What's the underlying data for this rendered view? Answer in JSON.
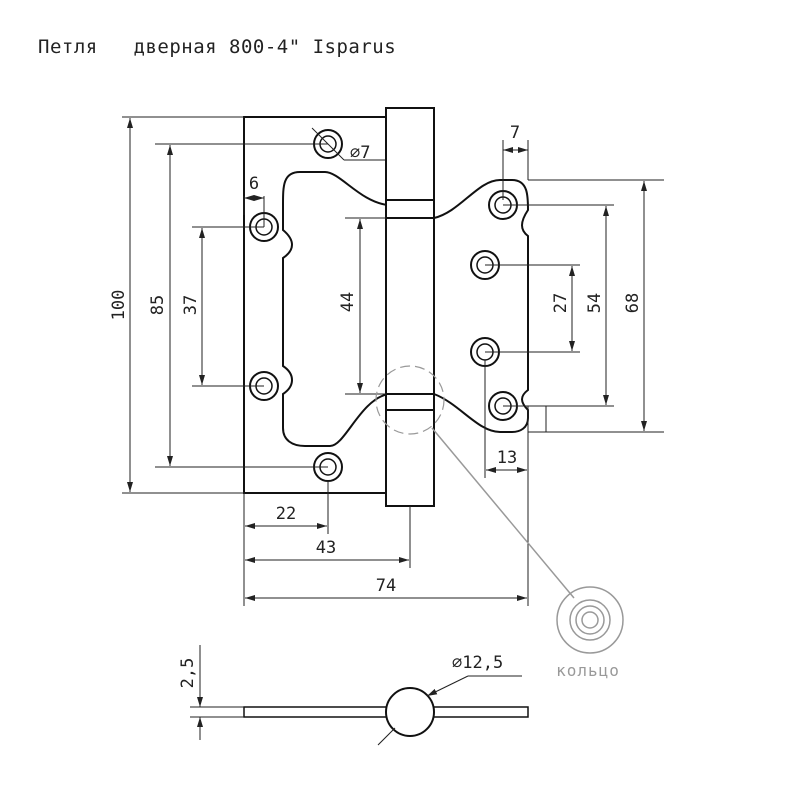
{
  "title": "Петля   дверная 800-4\" Isparus",
  "dimensions": {
    "height_total": "100",
    "hole_span_left": "85",
    "hole_span_inner_left": "37",
    "cutout_height": "44",
    "hole_diameter": "∅7",
    "edge_offset": "6",
    "right_hole_offset": "7",
    "right_span_small": "27",
    "right_span_mid": "54",
    "right_span_large": "68",
    "right_leaf_width": "13",
    "width_22": "22",
    "width_43": "43",
    "width_74": "74",
    "thickness": "2,5",
    "knuckle_diameter": "∅12,5"
  },
  "ring_label": "кольцо"
}
